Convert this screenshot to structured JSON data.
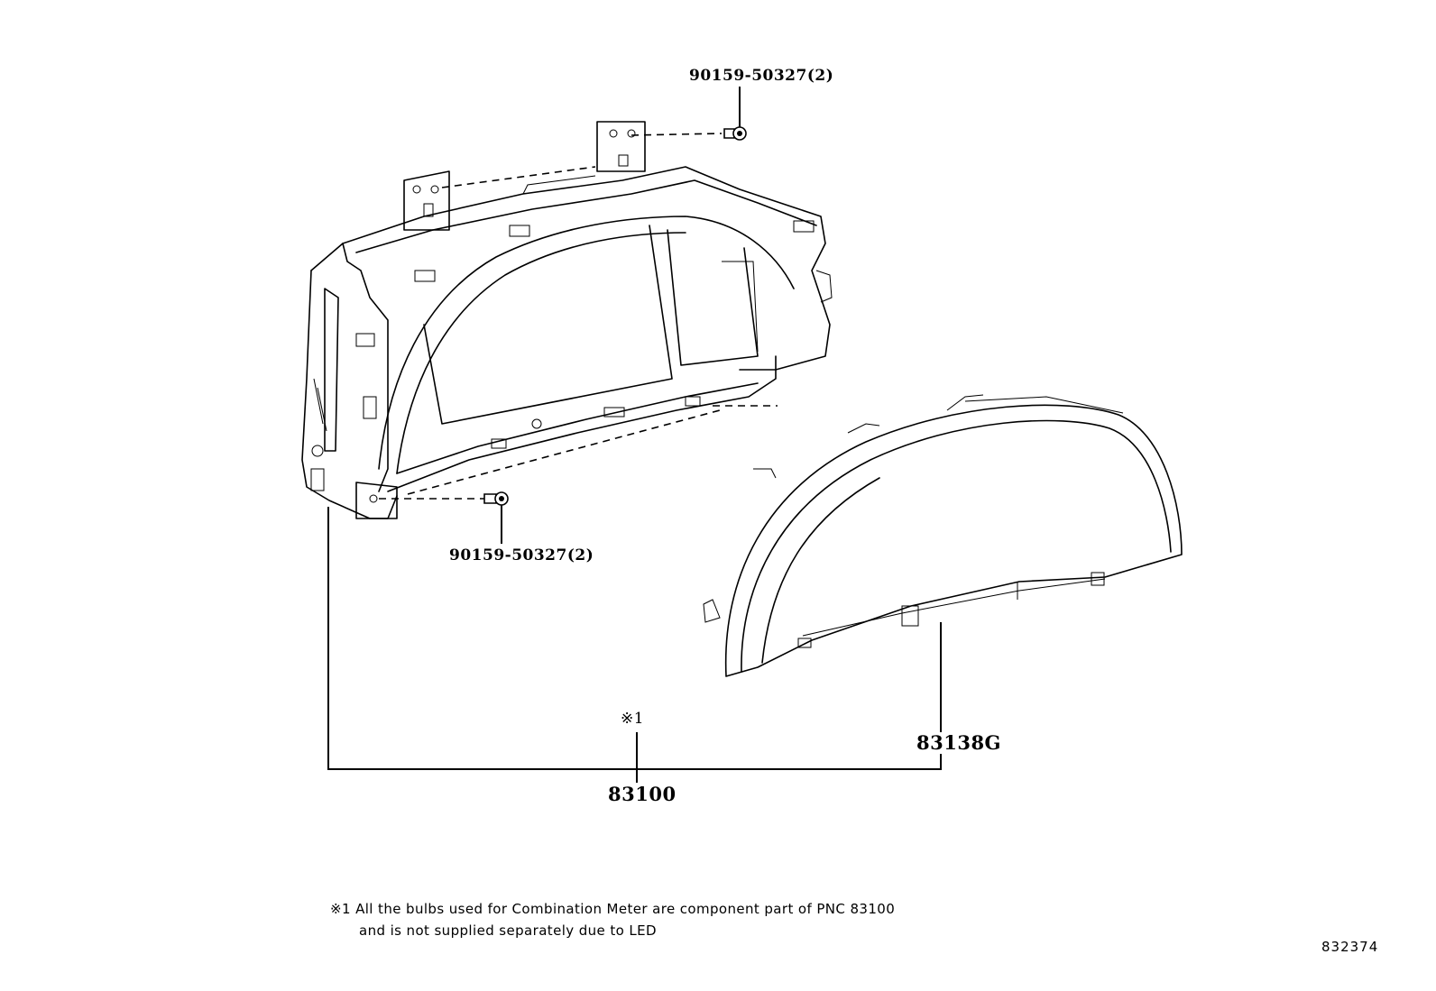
{
  "diagram": {
    "callouts": {
      "bolt_top": "90159-50327(2)",
      "bolt_bottom": "90159-50327(2)",
      "lens": "83138G",
      "meter_mark": "※1",
      "meter": "83100"
    },
    "footnote": {
      "line1": "※1 All the bulbs used for Combination Meter are component part of PNC 83100",
      "line2": "and is not supplied separately due to LED"
    },
    "illustration_number": "832374"
  }
}
